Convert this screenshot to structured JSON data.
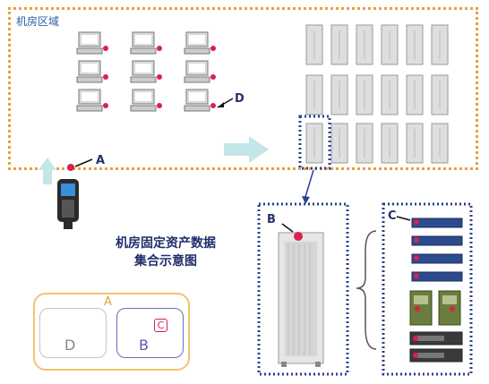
{
  "room": {
    "title": "机房区域"
  },
  "labels": {
    "a": "A",
    "b": "B",
    "c": "C",
    "d": "D"
  },
  "caption": {
    "line1": "机房固定资产数据",
    "line2": "集合示意图"
  },
  "legend": {
    "a": "A",
    "b": "B",
    "c": "C",
    "d": "D"
  },
  "colors": {
    "room_border": "#e6a13c",
    "dashed_box": "#2b3f8f",
    "tag_dot": "#d9214b",
    "legend_outer": "#f2c46f",
    "legend_b": "#6b6fb5"
  }
}
